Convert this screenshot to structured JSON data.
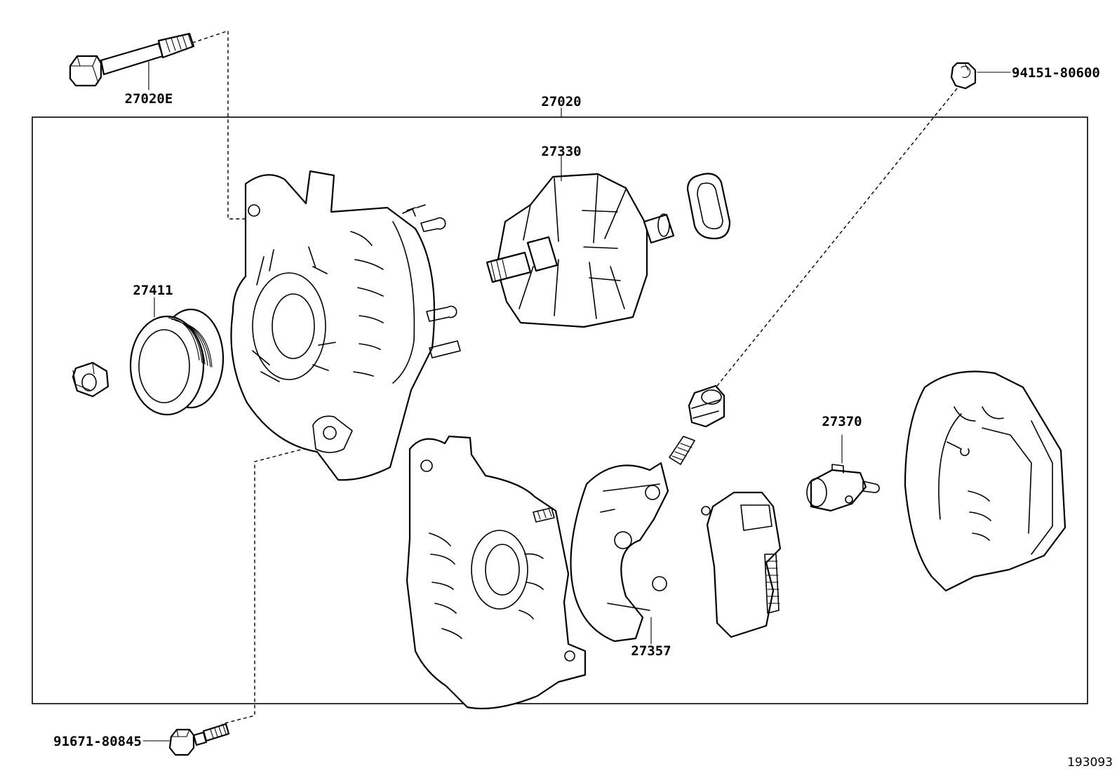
{
  "parts": {
    "assembly": "27020",
    "bolt_top": "27020E",
    "rotor": "27330",
    "pulley": "27411",
    "regulator": "27370",
    "rectifier": "27357",
    "cap_nut": "94151-80600",
    "bolt_bottom": "91671-80845"
  },
  "figure_id": "193093"
}
